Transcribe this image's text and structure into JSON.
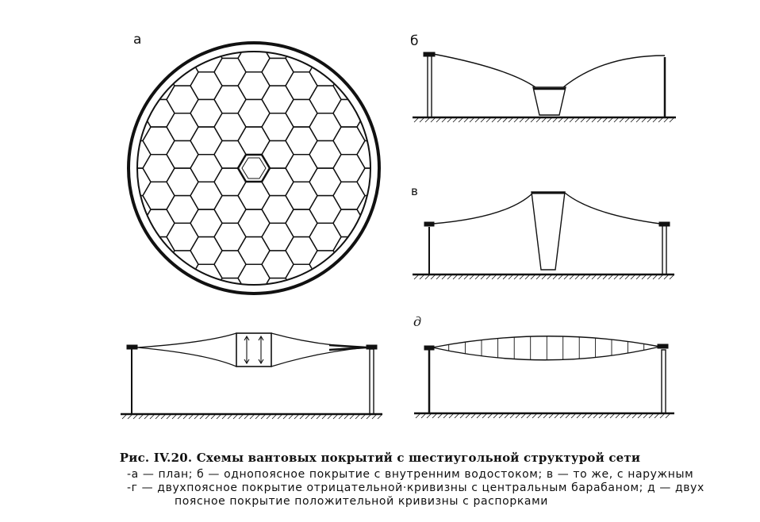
{
  "labels": {
    "a": "а",
    "b": "б",
    "v": "в",
    "d": "д"
  },
  "caption": {
    "title": "Рис. IV.20. Схемы вантовых покрытий с шестиугольной структурой сети",
    "line1": "-а — план;  б — однопоясное  покрытие  с  внутренним  водостоком;   в — то  же,  с  наружным",
    "line2": "-г — двухпоясное  покрытие  отрицательной·кривизны  с  центральным  барабаном;   д — двух",
    "line3": "поясное покрытие положительной кривизны с распорками"
  }
}
